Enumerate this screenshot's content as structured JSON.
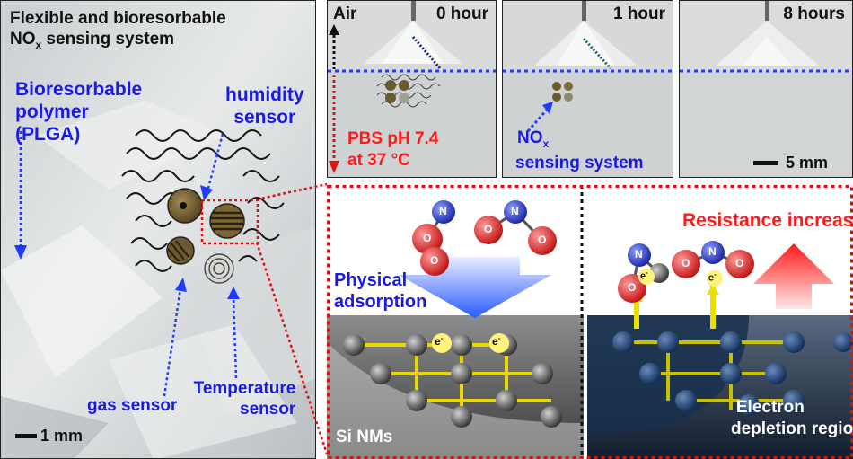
{
  "figure": {
    "photo_panel": {
      "title_line1": "Flexible and bioresorbable",
      "title_line2_main": "NO",
      "title_line2_sub": "x",
      "title_line2_rest": " sensing system",
      "polymer_line1": "Bioresorbable",
      "polymer_line2": "polymer",
      "polymer_line3": "(PLGA)",
      "humidity_line1": "humidity",
      "humidity_line2": "sensor",
      "gas_label": "gas sensor",
      "temperature_line1": "Temperature",
      "temperature_line2": "sensor",
      "scale_label": "1 mm"
    },
    "time_panels": {
      "air_label": "Air",
      "pbs_line1": "PBS pH 7.4",
      "pbs_line2": "at 37 °C",
      "panels": [
        {
          "time": "0 hour"
        },
        {
          "time": "1 hour"
        },
        {
          "time": "8 hours"
        }
      ],
      "nox_main": "NO",
      "nox_sub": "x",
      "sensing_system": "sensing system",
      "scale_label": "5 mm"
    },
    "mechanism": {
      "physical_line1": "Physical",
      "physical_line2": "adsorption",
      "resistance": "Resistance increase",
      "si_label": "Si NMs",
      "electron_line1": "Electron",
      "electron_line2": "depletion region",
      "electron_symbol": "e",
      "electron_sup": "-",
      "atom_n": "N",
      "atom_o": "O"
    },
    "colors": {
      "blue_label": "#1a1ae6",
      "red_label": "#ff1a1a",
      "dotted_red": "#e01010",
      "dotted_blue": "#1e3cff"
    }
  }
}
